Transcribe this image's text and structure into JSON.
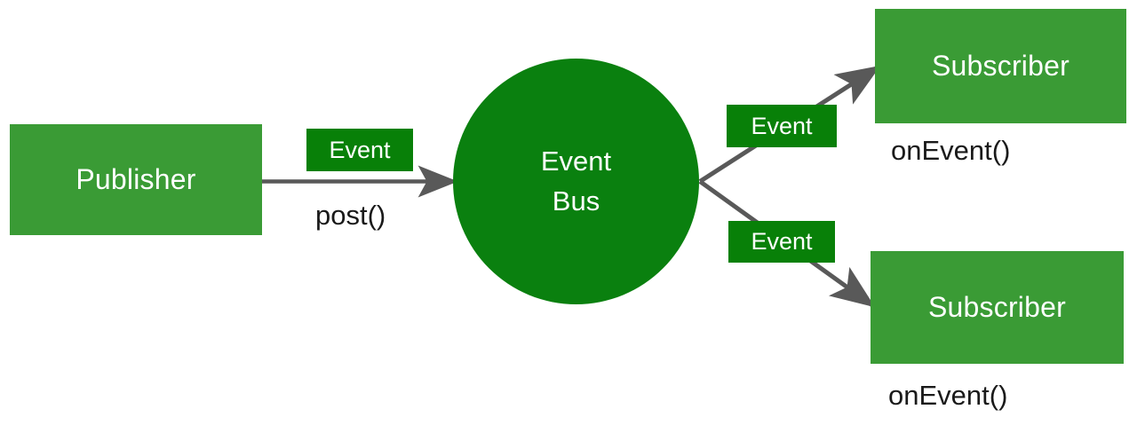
{
  "diagram": {
    "title": "Event Bus publish-subscribe diagram",
    "colors": {
      "node_green": "#3a9b35",
      "accent_green": "#088008",
      "bus_green": "#0a800f",
      "edge_gray": "#595959",
      "text_dark": "#1a1a1a",
      "text_light": "#ffffff",
      "background": "#ffffff"
    },
    "nodes": {
      "publisher": {
        "label": "Publisher"
      },
      "bus": {
        "line1": "Event",
        "line2": "Bus"
      },
      "subscriber_top": {
        "label": "Subscriber"
      },
      "subscriber_bottom": {
        "label": "Subscriber"
      }
    },
    "edge_labels": {
      "publisher_to_bus_chip": "Event",
      "publisher_to_bus_method": "post()",
      "bus_to_subscriber_top_chip": "Event",
      "bus_to_subscriber_bottom_chip": "Event",
      "subscriber_top_method": "onEvent()",
      "subscriber_bottom_method": "onEvent()"
    }
  }
}
